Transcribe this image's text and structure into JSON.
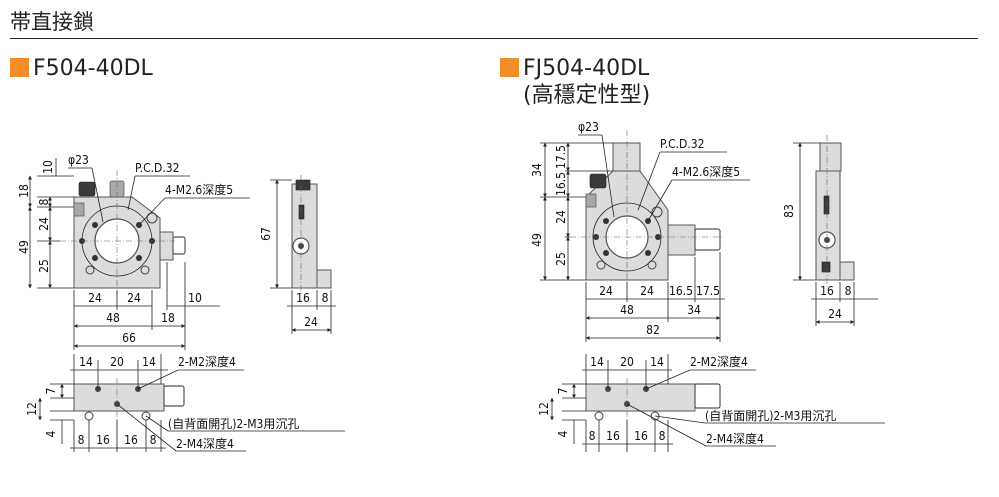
{
  "page_title": "帯直接鎖",
  "accent_color": "#f28c28",
  "models": [
    {
      "name": "F504-40DL",
      "front": {
        "phi": "φ23",
        "pcd": "P.C.D.32",
        "holes": "4-M2.6深度5",
        "v": [
          "10",
          "18",
          "8",
          "49",
          "24",
          "25"
        ],
        "h1": [
          "24",
          "24",
          "10"
        ],
        "h2": [
          "48",
          "18"
        ],
        "h3": "66"
      },
      "side": {
        "h": "67",
        "w1": [
          "16",
          "8"
        ],
        "w2": "24"
      },
      "bottom": {
        "top": [
          "14",
          "20",
          "14"
        ],
        "top_note": "2-M2深度4",
        "v": [
          "7",
          "12",
          "4"
        ],
        "back_note": "(自背面開孔)2-M3用沉孔",
        "bot": [
          "8",
          "16",
          "16",
          "8"
        ],
        "bot_note": "2-M4深度4"
      }
    },
    {
      "name": "FJ504-40DL",
      "subtitle": "(高穩定性型)",
      "front": {
        "phi": "φ23",
        "pcd": "P.C.D.32",
        "holes": "4-M2.6深度5",
        "v": [
          "17.5",
          "34",
          "16.5",
          "49",
          "24",
          "25"
        ],
        "h1": [
          "24",
          "24",
          "16.5",
          "17.5"
        ],
        "h2": [
          "48",
          "34"
        ],
        "h3": "82"
      },
      "side": {
        "h": "83",
        "w1": [
          "16",
          "8"
        ],
        "w2": "24"
      },
      "bottom": {
        "top": [
          "14",
          "20",
          "14"
        ],
        "top_note": "2-M2深度4",
        "v": [
          "7",
          "12",
          "4"
        ],
        "back_note": "(自背面開孔)2-M3用沉孔",
        "bot": [
          "8",
          "16",
          "16",
          "8"
        ],
        "bot_note": "2-M4深度4"
      }
    }
  ]
}
